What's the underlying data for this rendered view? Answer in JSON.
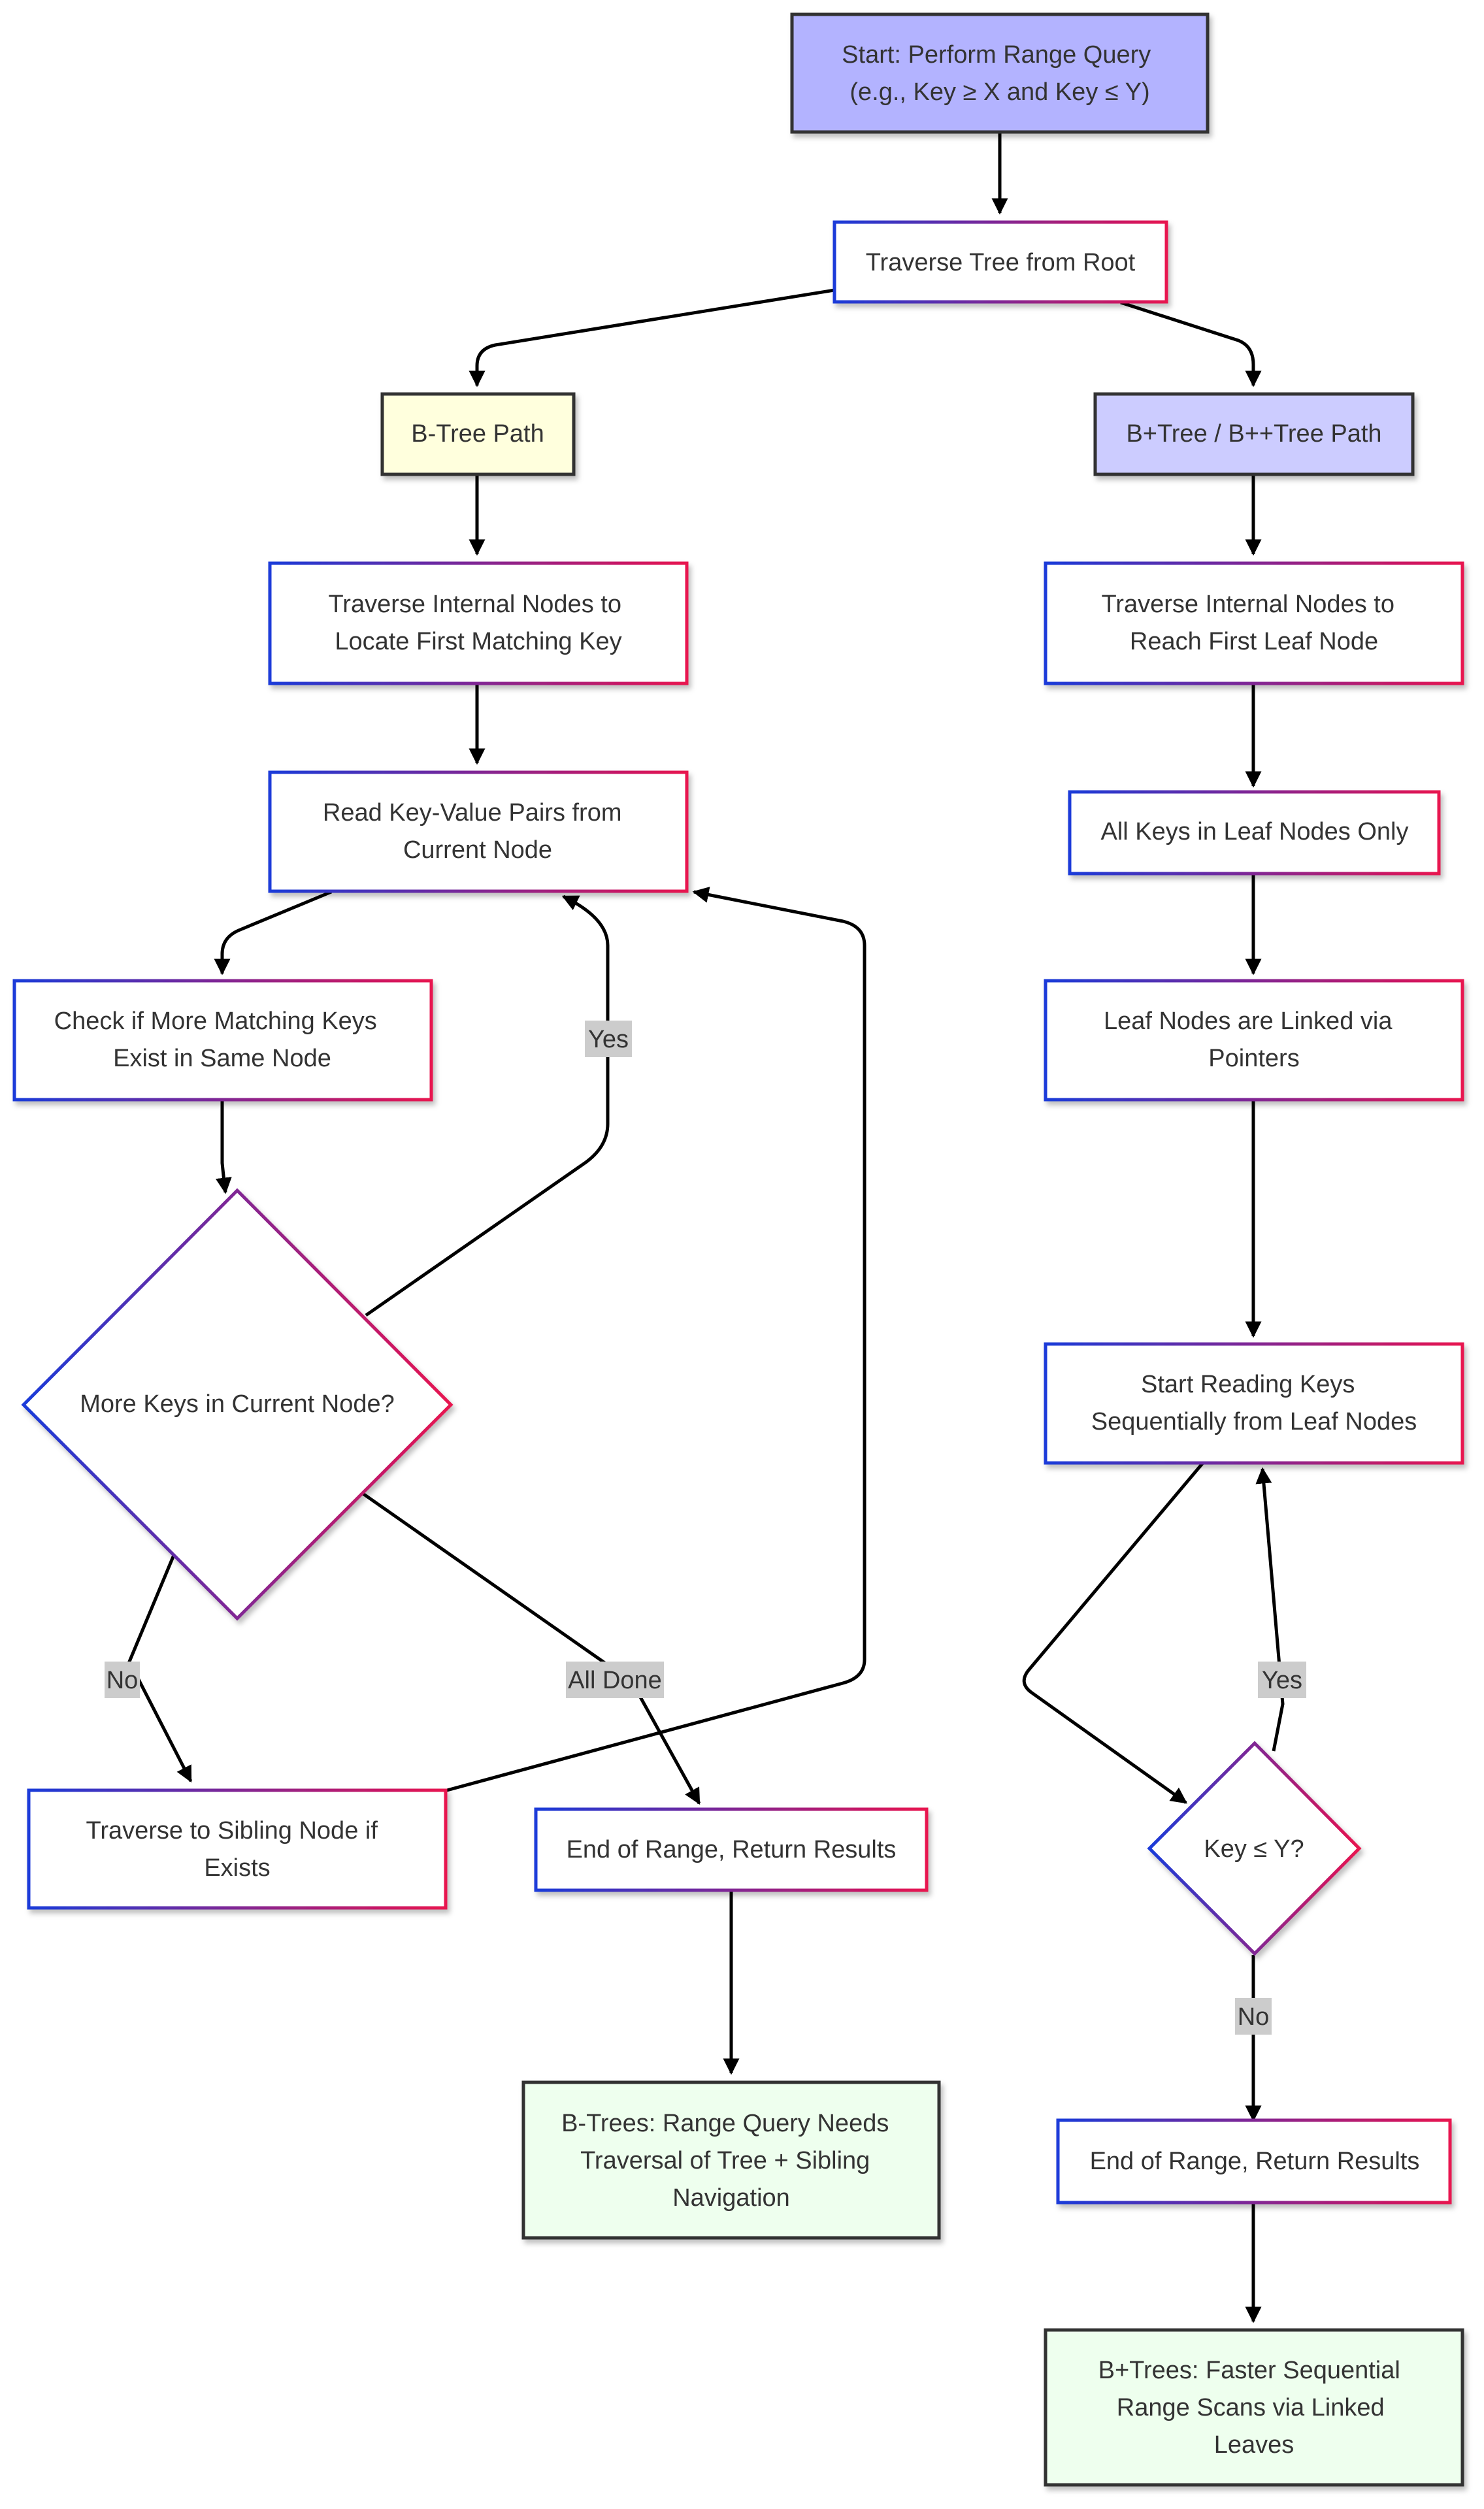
{
  "nodes": {
    "start": [
      "Start: Perform Range Query",
      "(e.g., Key ≥ X and Key ≤ Y)"
    ],
    "traverse_root": [
      "Traverse Tree from Root"
    ],
    "btree_path": [
      "B-Tree Path"
    ],
    "bplus_path": [
      "B+Tree / B++Tree Path"
    ],
    "b_internal": [
      "Traverse Internal Nodes to",
      "Locate First Matching Key"
    ],
    "b_read": [
      "Read Key-Value Pairs from",
      "Current Node"
    ],
    "b_check": [
      "Check if More Matching Keys",
      "Exist in Same Node"
    ],
    "b_decision": [
      "More Keys in Current Node?"
    ],
    "b_sibling": [
      "Traverse to Sibling Node if",
      "Exists"
    ],
    "b_end": [
      "End of Range, Return Results"
    ],
    "b_summary": [
      "B-Trees: Range Query Needs",
      "Traversal of Tree + Sibling",
      "Navigation"
    ],
    "p_internal": [
      "Traverse Internal Nodes to",
      "Reach First Leaf Node"
    ],
    "p_leafonly": [
      "All Keys in Leaf Nodes Only"
    ],
    "p_linked": [
      "Leaf Nodes are Linked via",
      "Pointers"
    ],
    "p_read": [
      "Start Reading Keys",
      "Sequentially from Leaf Nodes"
    ],
    "p_decision": [
      "Key ≤ Y?"
    ],
    "p_end": [
      "End of Range, Return Results"
    ],
    "p_summary": [
      "B+Trees: Faster Sequential",
      "Range Scans via Linked",
      "Leaves"
    ]
  },
  "edge_labels": {
    "b_yes": "Yes",
    "b_no": "No",
    "b_done": "All Done",
    "p_yes": "Yes",
    "p_no": "No"
  },
  "colors": {
    "start_fill": "#b3b3ff",
    "btree_fill": "#ffffdd",
    "bplus_fill": "#ccccff",
    "summary_fill": "#eeffee",
    "gradient_start": "#1a3bd9",
    "gradient_end": "#e8124f"
  }
}
